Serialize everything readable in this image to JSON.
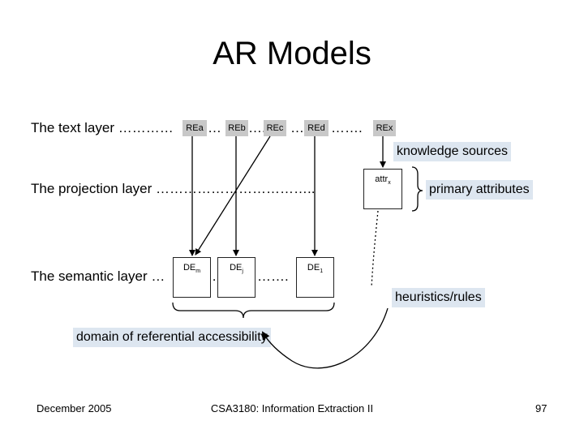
{
  "slide": {
    "title": "AR Models",
    "text_layer_label": "The text layer …………",
    "projection_layer_label": "The projection layer ……………………………..",
    "semantic_layer_label": "The semantic layer …",
    "text_layer": {
      "re_a": "REa",
      "re_b": "REb",
      "re_c": "REc",
      "re_d": "REd",
      "re_x": "REx",
      "dots_1": "…",
      "dots_2": "….",
      "dots_3": "…",
      "dots_4": "……."
    },
    "projection": {
      "attr": "attr",
      "attr_sub": "x"
    },
    "semantic": {
      "de_m": "DE",
      "de_m_sub": "m",
      "de_j": "DE",
      "de_j_sub": "j",
      "de_1": "DE",
      "de_1_sub": "1",
      "dots_a": "…",
      "dots_b": "……."
    },
    "tags": {
      "knowledge_sources": "knowledge sources",
      "primary_attributes": "primary attributes",
      "heuristics_rules": "heuristics/rules",
      "domain": "domain of referential accessibility"
    }
  },
  "footer": {
    "date": "December 2005",
    "course": "CSA3180: Information Extraction II",
    "page": "97"
  }
}
